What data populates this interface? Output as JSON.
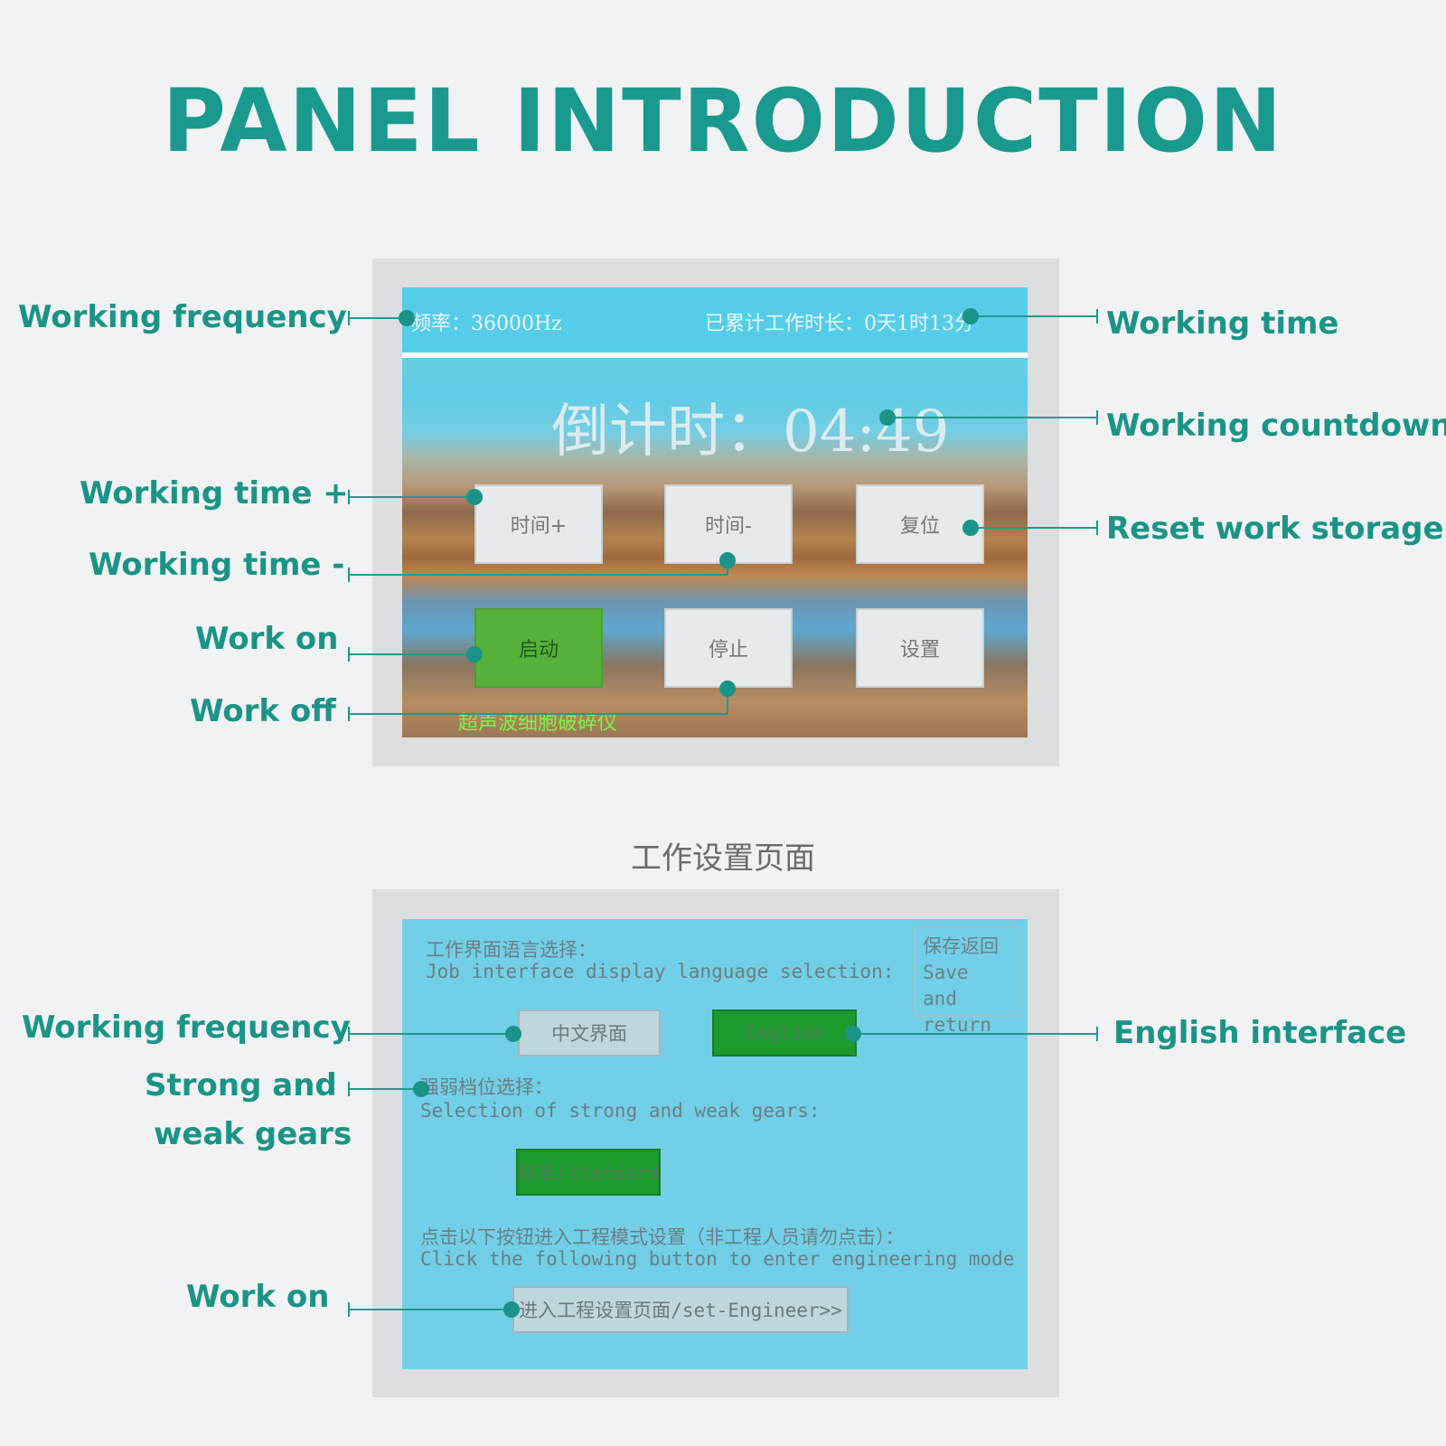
{
  "title": "PANEL INTRODUCTION",
  "panel1": {
    "labels_left": {
      "frequency": "Working frequency",
      "time_plus": "Working time +",
      "time_minus": "Working time -",
      "work_on": "Work on",
      "work_off": "Work off"
    },
    "labels_right": {
      "working_time": "Working time",
      "countdown": "Working countdown",
      "reset": "Reset work storage"
    },
    "screen": {
      "frequency": "频率：36000Hz",
      "accumulated": "已累计工作时长：0天1时13分",
      "countdown": "倒计时：04:49",
      "buttons": {
        "time_plus": "时间+",
        "time_minus": "时间-",
        "reset": "复位",
        "start": "启动",
        "stop": "停止",
        "settings": "设置"
      },
      "device_name": "超声波细胞破碎仪"
    }
  },
  "subtitle": "工作设置页面",
  "panel2": {
    "labels_left": {
      "frequency": "Working frequency",
      "gears_line1": "Strong and",
      "gears_line2": "weak gears",
      "work_on": "Work on"
    },
    "labels_right": {
      "english": "English interface"
    },
    "screen": {
      "lang_cn": "工作界面语言选择：",
      "lang_en": "Job interface display language selection:",
      "save_lines": [
        "保存返回",
        "Save and",
        "return"
      ],
      "btn_chinese": "中文界面",
      "btn_english": "English",
      "gear_cn": "强弱档位选择：",
      "gear_en": "Selection of strong and weak gears:",
      "btn_standard": "标准/standard",
      "eng_cn": "点击以下按钮进入工程模式设置（非工程人员请勿点击）：",
      "eng_en": "Click the following button to enter engineering mode :",
      "btn_engineer": "进入工程设置页面/set-Engineer>>"
    }
  },
  "colors": {
    "accent": "#1a9a8e",
    "screen_blue": "#72cfe8",
    "button_green": "#56b13b"
  }
}
